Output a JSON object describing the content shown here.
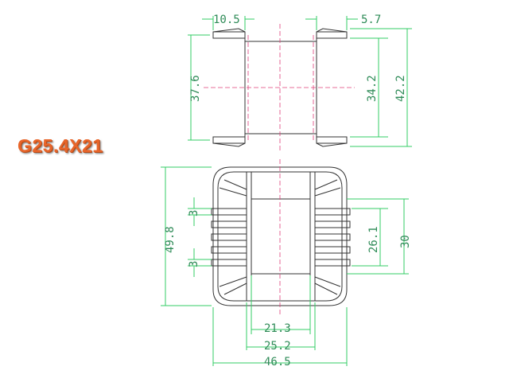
{
  "part_name": "G25.4X21",
  "colors": {
    "outline": "#333333",
    "dimension": "#33cc66",
    "dimension_text": "#2e8b57",
    "centerline": "#e0407a",
    "title": "#e8652a"
  },
  "top_view": {
    "dim_flange_thickness": "10.5",
    "dim_pin_offset": "5.7",
    "dim_overall_height": "37.6",
    "dim_window_height": "34.2",
    "dim_total_height": "42.2"
  },
  "front_view": {
    "dim_pin_pitch_upper": "3",
    "dim_pin_pitch_lower": "3",
    "dim_overall_height": "49.8",
    "dim_pin_span": "26.1",
    "dim_pin_row_height": "30",
    "dim_inner_width": "21.3",
    "dim_core_width": "25.2",
    "dim_overall_width": "46.5"
  }
}
